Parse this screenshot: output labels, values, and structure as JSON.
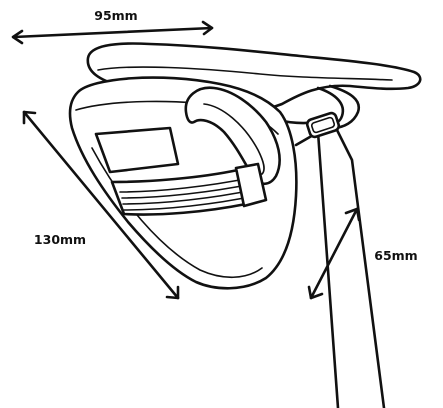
{
  "dimensions": {
    "width_label": "95mm",
    "height_label": "130mm",
    "depth_label": "65mm"
  },
  "colors": {
    "line": "#111111",
    "background": "#ffffff"
  }
}
